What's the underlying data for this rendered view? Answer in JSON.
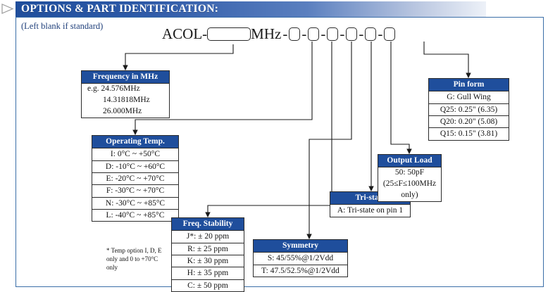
{
  "header": {
    "title": "OPTIONS & PART IDENTIFICATION:",
    "marker_icon": "triangle-right-icon",
    "bar_color": "#1f4e9c"
  },
  "note": {
    "left_blank": "(Left blank if standard)"
  },
  "part_number": {
    "prefix": "ACOL-",
    "unit": "MHz",
    "separator": "-",
    "wide_field_value": "",
    "small_fields": [
      "",
      "",
      "",
      "",
      "",
      ""
    ]
  },
  "callouts": {
    "frequency": {
      "caption": "Frequency in MHz",
      "rows": [
        "e.g. 24.576MHz",
        "14.31818MHz",
        "26.000MHz"
      ]
    },
    "operating_temp": {
      "caption": "Operating Temp.",
      "rows": [
        "I: 0°C ~ +50°C",
        "D: -10°C ~ +60°C",
        "E: -20°C ~ +70°C",
        "F: -30°C ~ +70°C",
        "N: -30°C ~ +85°C",
        "L: -40°C ~ +85°C"
      ]
    },
    "freq_stability": {
      "caption": "Freq. Stability",
      "rows": [
        "J*: ± 20 ppm",
        "R: ± 25 ppm",
        "K: ± 30 ppm",
        "H: ± 35 ppm",
        "C: ± 50 ppm"
      ]
    },
    "symmetry": {
      "caption": "Symmetry",
      "rows": [
        "S: 45/55%@1/2Vdd",
        "T: 47.5/52.5%@1/2Vdd"
      ]
    },
    "tristate": {
      "caption": "Tri-state",
      "rows": [
        "A: Tri-state on pin 1"
      ]
    },
    "output_load": {
      "caption": "Output Load",
      "rows": [
        "50: 50pF",
        "(25≤F≤100MHz",
        "only)"
      ]
    },
    "pin_form": {
      "caption": "Pin form",
      "rows": [
        "G: Gull Wing",
        "Q25: 0.25\" (6.35)",
        "Q20: 0.20\" (5.08)",
        "Q15: 0.15\" (3.81)"
      ]
    }
  },
  "footnote": {
    "line1": "* Temp option I, D, E",
    "line2": "only and 0 to +70°C",
    "line3": "only"
  }
}
